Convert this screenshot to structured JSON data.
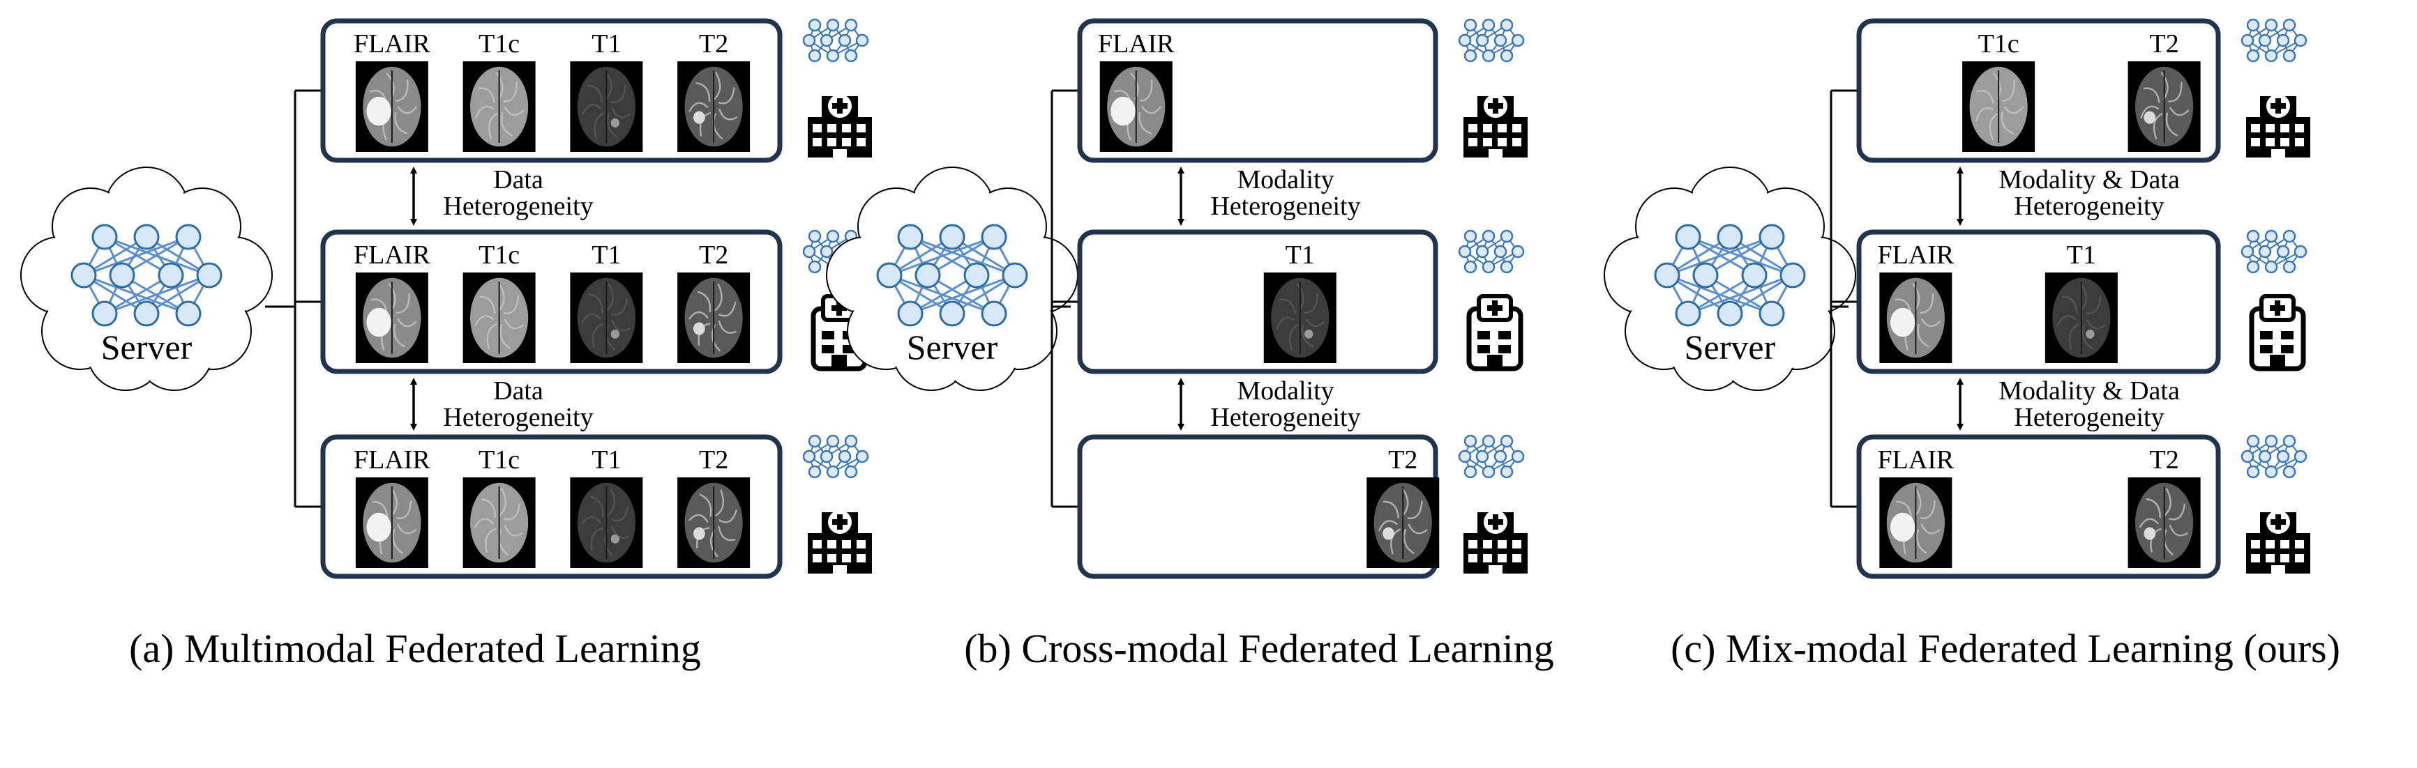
{
  "server_label": "Server",
  "panels": [
    {
      "caption": "(a) Multimodal Federated Learning",
      "clients": [
        {
          "modalities": [
            "FLAIR",
            "T1c",
            "T1",
            "T2"
          ]
        },
        {
          "modalities": [
            "FLAIR",
            "T1c",
            "T1",
            "T2"
          ]
        },
        {
          "modalities": [
            "FLAIR",
            "T1c",
            "T1",
            "T2"
          ]
        }
      ],
      "links": [
        {
          "line1": "Data",
          "line2": "Heterogeneity"
        },
        {
          "line1": "Data",
          "line2": "Heterogeneity"
        }
      ]
    },
    {
      "caption": "(b) Cross-modal Federated Learning",
      "clients": [
        {
          "modalities": [
            "FLAIR"
          ]
        },
        {
          "modalities": [
            "T1"
          ]
        },
        {
          "modalities": [
            "T2"
          ]
        }
      ],
      "links": [
        {
          "line1": "Modality",
          "line2": "Heterogeneity"
        },
        {
          "line1": "Modality",
          "line2": "Heterogeneity"
        }
      ]
    },
    {
      "caption": "(c) Mix-modal Federated Learning (ours)",
      "clients": [
        {
          "modalities": [
            "T1c",
            "T2"
          ]
        },
        {
          "modalities": [
            "FLAIR",
            "T1"
          ]
        },
        {
          "modalities": [
            "FLAIR",
            "T2"
          ]
        }
      ],
      "links": [
        {
          "line1": "Modality & Data",
          "line2": "Heterogeneity"
        },
        {
          "line1": "Modality & Data",
          "line2": "Heterogeneity"
        }
      ]
    }
  ],
  "icons": {
    "server": "cloud-neural-network-icon",
    "client_model": "neural-network-icon",
    "client_site": "hospital-icon",
    "scan": "brain-mri-icon"
  },
  "colors": {
    "box_border": "#22344d",
    "network_node_fill": "#d6e8f7",
    "network_node_stroke": "#2e6da4",
    "network_edge": "#5b8fd0",
    "small_net_fill": "#dce9f6",
    "small_net_stroke": "#3a76b8",
    "scan_bg": "#000000"
  }
}
